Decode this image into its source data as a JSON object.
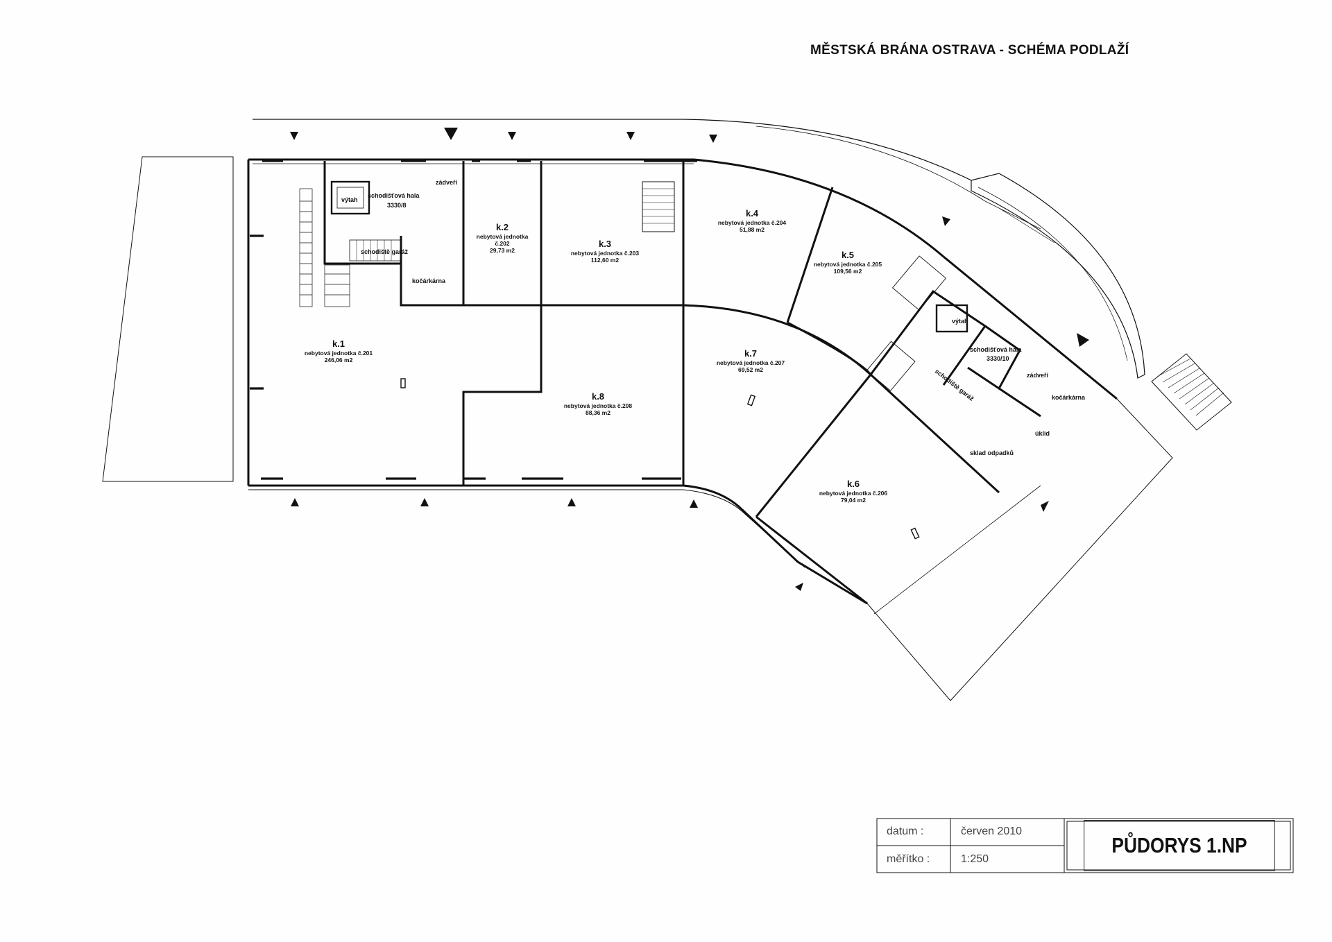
{
  "title": "MĚSTSKÁ BRÁNA OSTRAVA - SCHÉMA PODLAŽÍ",
  "units": [
    {
      "id": "k.1",
      "unit": "nebytová jednotka č.201",
      "area": "246,06 m2"
    },
    {
      "id": "k.2",
      "unit": "nebytová jednotka",
      "unit2": "č.202",
      "area": "29,73 m2"
    },
    {
      "id": "k.3",
      "unit": "nebytová jednotka č.203",
      "area": "112,60 m2"
    },
    {
      "id": "k.4",
      "unit": "nebytová jednotka č.204",
      "area": "51,88 m2"
    },
    {
      "id": "k.5",
      "unit": "nebytová jednotka č.205",
      "area": "109,56 m2"
    },
    {
      "id": "k.6",
      "unit": "nebytová jednotka č.206",
      "area": "79,04 m2"
    },
    {
      "id": "k.7",
      "unit": "nebytová jednotka č.207",
      "area": "69,52 m2"
    },
    {
      "id": "k.8",
      "unit": "nebytová jednotka č.208",
      "area": "88,36 m2"
    }
  ],
  "labels": {
    "vytah_left": "výtah",
    "hala_left": "schodišťová hala",
    "hala_left_code": "3330/8",
    "zadveri_left": "zádveří",
    "garaz_left": "schodiště garáž",
    "kocarkarna_left": "kočárkárna",
    "vytah_right": "výtah",
    "hala_right": "schodišťová hala",
    "hala_right_code": "3330/10",
    "zadveri_right": "zádveří",
    "kocarkarna_right": "kočárkárna",
    "uklid": "úklid",
    "garaz_right": "schodiště garáž",
    "sklad": "sklad odpadků"
  },
  "title_block": {
    "datum_label": "datum :",
    "datum_value": "červen 2010",
    "meritko_label": "měřítko :",
    "meritko_value": "1:250",
    "drawing_title": "PŮDORYS 1.NP"
  }
}
